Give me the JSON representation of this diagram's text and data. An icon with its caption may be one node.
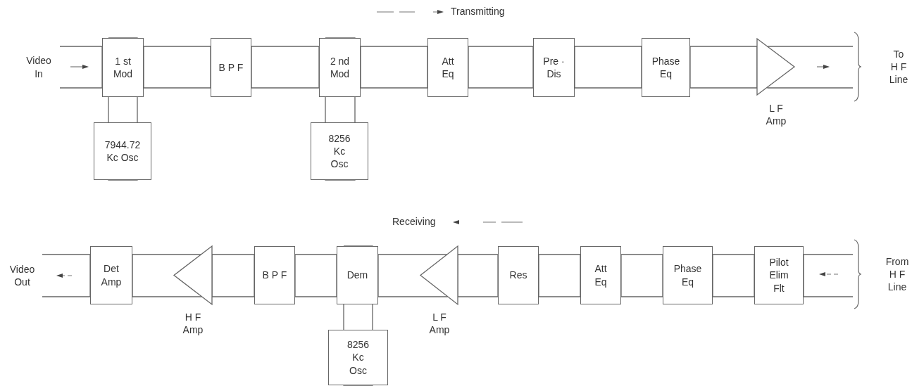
{
  "diagram": {
    "nodes": [
      {
        "text": [
          "Video In"
        ]
      },
      {
        "text": [
          "1 st Mod"
        ]
      },
      {
        "text": [
          "7944.72 Kc Osc"
        ]
      },
      {
        "text": [
          "B P F"
        ]
      },
      {
        "text": [
          "2 nd Mod"
        ]
      },
      {
        "text": [
          "8256 Kc Osc"
        ]
      },
      {
        "text": [
          "Att Eq"
        ]
      },
      {
        "text": [
          "Pre · Dis"
        ]
      },
      {
        "text": [
          "Phase Eq"
        ]
      },
      {
        "text": [
          "L F Amp"
        ]
      },
      {
        "text": [
          "To H F Line"
        ]
      },
      {
        "text": [
          "Video Out"
        ]
      },
      {
        "text": [
          "Det Amp"
        ]
      },
      {
        "text": [
          "H F Amp"
        ]
      },
      {
        "text": [
          "B P F"
        ]
      },
      {
        "text": [
          "Dem"
        ]
      },
      {
        "text": [
          "8256 Kc Osc"
        ]
      },
      {
        "text": [
          "L F Amp"
        ]
      },
      {
        "text": [
          "Res"
        ]
      },
      {
        "text": [
          "Att Eq"
        ]
      },
      {
        "text": [
          "Phase Eq"
        ]
      },
      {
        "text": [
          "Pilot Elim Flt"
        ]
      },
      {
        "text": [
          "From H F Line"
        ]
      }
    ],
    "edges": [
      {
        "from": 0,
        "to": 1,
        "arrow": "none"
      },
      {
        "from": 2,
        "to": 1,
        "arrow": "none"
      },
      {
        "from": 1,
        "to": 3,
        "arrow": "none"
      },
      {
        "from": 3,
        "to": 4,
        "arrow": "none"
      },
      {
        "from": 5,
        "to": 4,
        "arrow": "none"
      },
      {
        "from": 4,
        "to": 6,
        "arrow": "none"
      },
      {
        "from": 6,
        "to": 7,
        "arrow": "none"
      },
      {
        "from": 7,
        "to": 8,
        "arrow": "none"
      },
      {
        "from": 8,
        "to": 9,
        "arrow": "none"
      },
      {
        "from": 9,
        "to": 10,
        "arrow": "none"
      },
      {
        "from": 22,
        "to": 21,
        "arrow": "none"
      },
      {
        "from": 21,
        "to": 20,
        "arrow": "none"
      },
      {
        "from": 20,
        "to": 19,
        "arrow": "none"
      },
      {
        "from": 19,
        "to": 18,
        "arrow": "none"
      },
      {
        "from": 18,
        "to": 17,
        "arrow": "none"
      },
      {
        "from": 17,
        "to": 15,
        "arrow": "none"
      },
      {
        "from": 16,
        "to": 15,
        "arrow": "none"
      },
      {
        "from": 15,
        "to": 14,
        "arrow": "none"
      },
      {
        "from": 14,
        "to": 13,
        "arrow": "none"
      },
      {
        "from": 13,
        "to": 12,
        "arrow": "none"
      },
      {
        "from": 12,
        "to": 11,
        "arrow": "none"
      }
    ],
    "labels": [
      "Transmitting",
      "Receiving"
    ]
  }
}
